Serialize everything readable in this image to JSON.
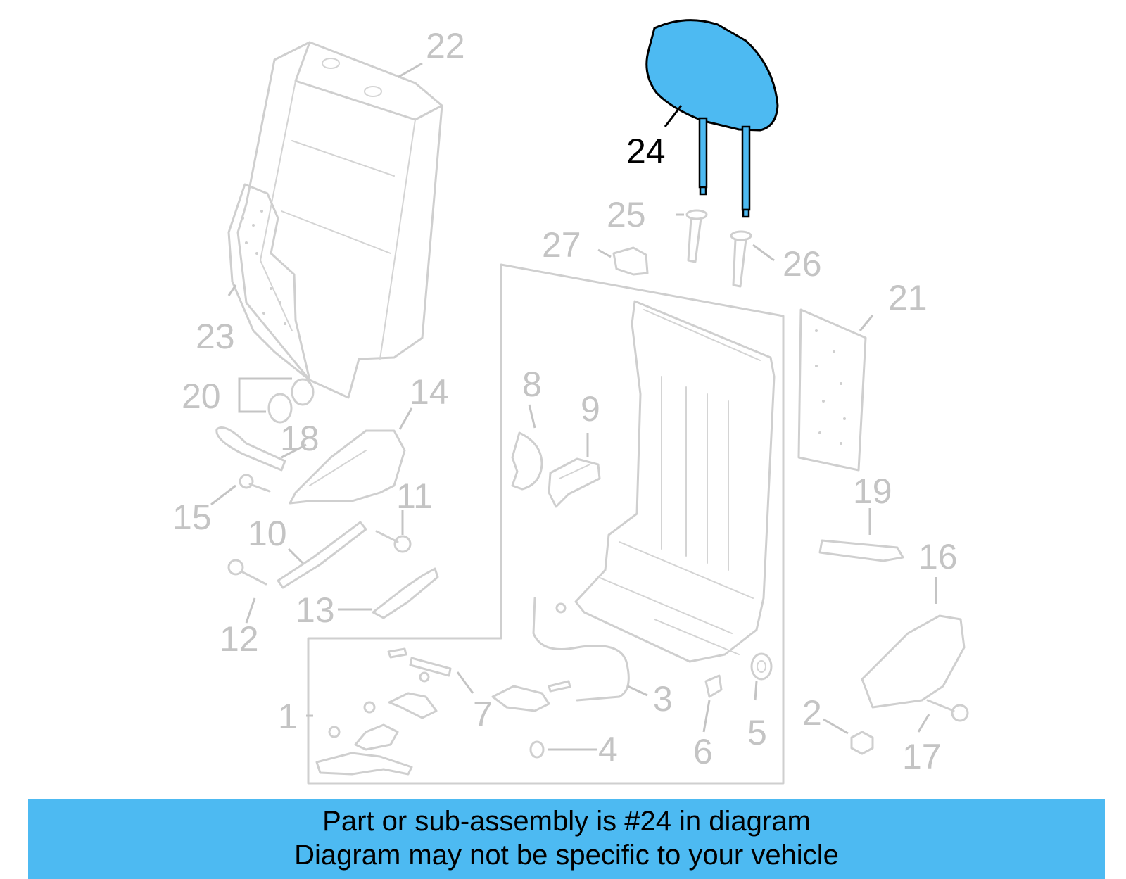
{
  "diagram": {
    "highlight_color": "#4dbaf2",
    "highlighted_part": "24",
    "callouts": [
      "1",
      "2",
      "3",
      "4",
      "5",
      "6",
      "7",
      "8",
      "9",
      "10",
      "11",
      "12",
      "13",
      "14",
      "15",
      "16",
      "17",
      "18",
      "19",
      "20",
      "21",
      "22",
      "23",
      "24",
      "25",
      "26",
      "27"
    ]
  },
  "caption": {
    "line1": "Part or sub-assembly is #24 in diagram",
    "line2": "Diagram may not be specific to your vehicle"
  }
}
